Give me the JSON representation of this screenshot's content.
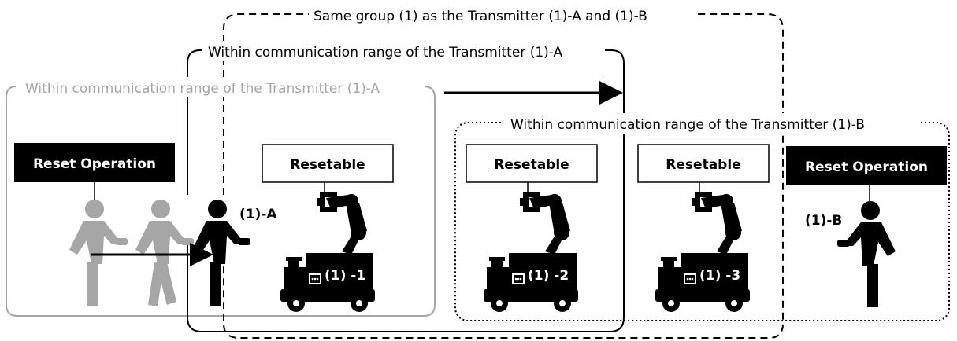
{
  "regions": {
    "same_group_label": "Same group (1) as the Transmitter (1)-A and (1)-B",
    "range_a_label": "Within communication range of the Transmitter (1)-A",
    "range_a_previous_label": "Within communication range of the Transmitter (1)-A",
    "range_b_label": "Within communication range of the Transmitter (1)-B"
  },
  "boxes": {
    "reset_operation_a": "Reset Operation",
    "reset_operation_b": "Reset Operation",
    "resetable_1": "Resetable",
    "resetable_2": "Resetable",
    "resetable_3": "Resetable"
  },
  "transmitters": {
    "a": "(1)-A",
    "b": "(1)-B"
  },
  "robots": {
    "r1": "(1) -1",
    "r2": "(1) -2",
    "r3": "(1) -3"
  },
  "colors": {
    "primary": "#000000",
    "faded": "#a6a6a6",
    "background": "#ffffff"
  }
}
